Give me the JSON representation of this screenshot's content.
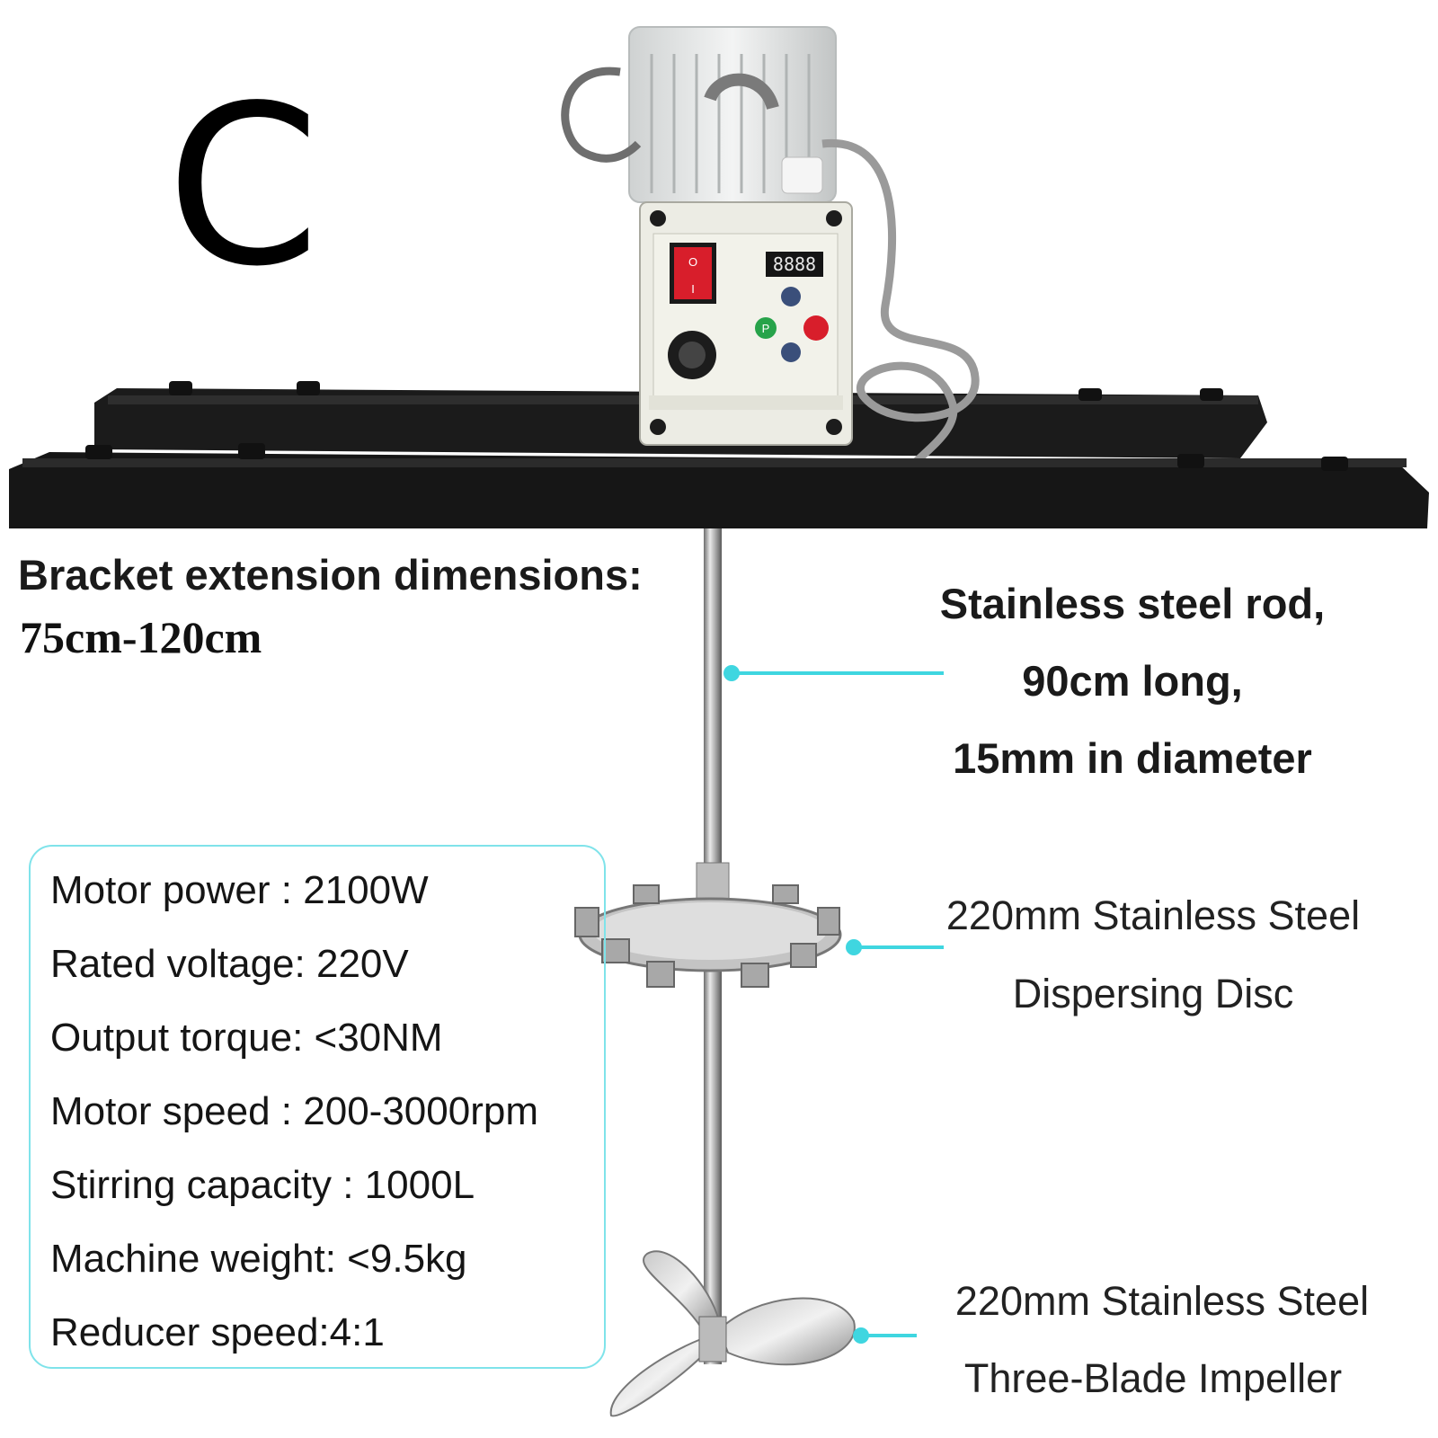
{
  "variant_letter": "C",
  "bracket": {
    "title": "Bracket extension dimensions:",
    "value": "75cm-120cm"
  },
  "rod": {
    "lines": [
      "Stainless steel rod,",
      "90cm long,",
      "15mm in diameter"
    ]
  },
  "disc": {
    "lines": [
      "220mm Stainless Steel",
      "Dispersing Disc"
    ]
  },
  "impeller": {
    "lines": [
      "220mm Stainless Steel",
      "Three-Blade Impeller"
    ]
  },
  "specs": [
    "Motor power : 2100W",
    "Rated voltage: 220V",
    "Output torque: <30NM",
    "Motor speed : 200-3000rpm",
    "Stirring capacity : 1000L",
    "Machine weight: <9.5kg",
    "Reducer speed:4:1"
  ],
  "control_panel": {
    "switch_on": "O",
    "switch_off": "I",
    "display": "8888",
    "p_button": "P"
  },
  "colors": {
    "callout": "#3fd6e0",
    "frame": "#151515",
    "switch": "#d81e2b",
    "panel": "#ecece4"
  }
}
